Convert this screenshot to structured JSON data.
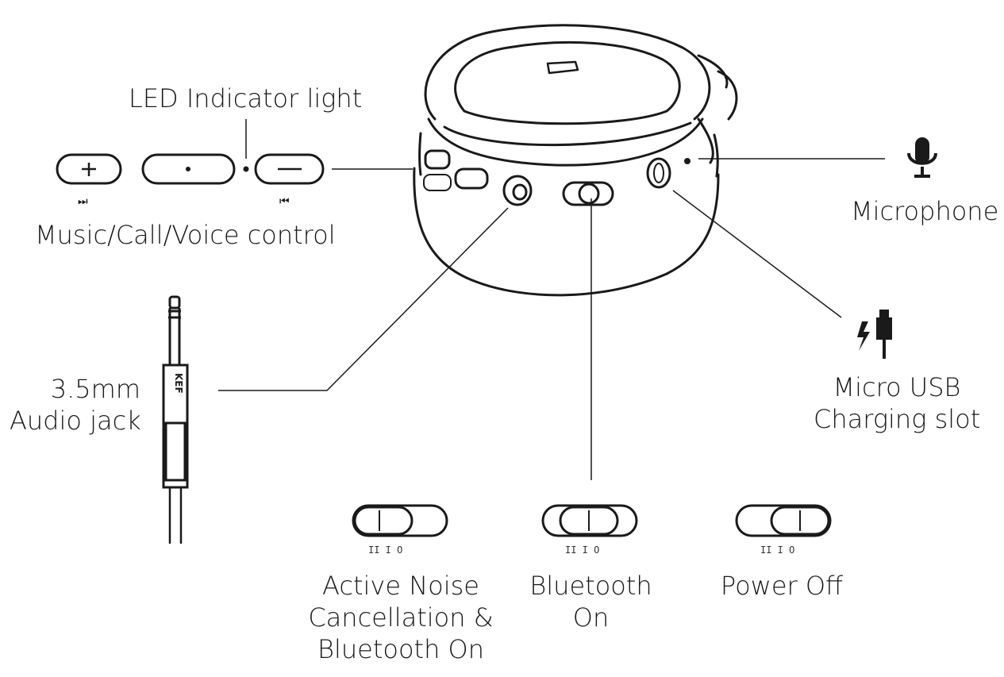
{
  "labels": {
    "led": "LED Indicator light",
    "music_call": "Music/Call/Voice control",
    "microphone": "Microphone",
    "jack_line1": "3.5mm",
    "jack_line2": "Audio jack",
    "usb_line1": "Micro USB",
    "usb_line2": "Charging slot",
    "anc_line1": "Active Noise",
    "anc_line2": "Cancellation &",
    "anc_line3": "Bluetooth On",
    "bt_line1": "Bluetooth",
    "bt_line2": "On",
    "power_off": "Power Off"
  },
  "glyphs": {
    "next_track": "⏭",
    "prev_track": "⏮"
  },
  "plug_brand": "KEF",
  "icons": [
    "microphone-icon",
    "usb-charging-icon",
    "next-track-icon",
    "prev-track-icon"
  ],
  "colors": {
    "line": "#1a1a1a",
    "background": "#ffffff"
  }
}
